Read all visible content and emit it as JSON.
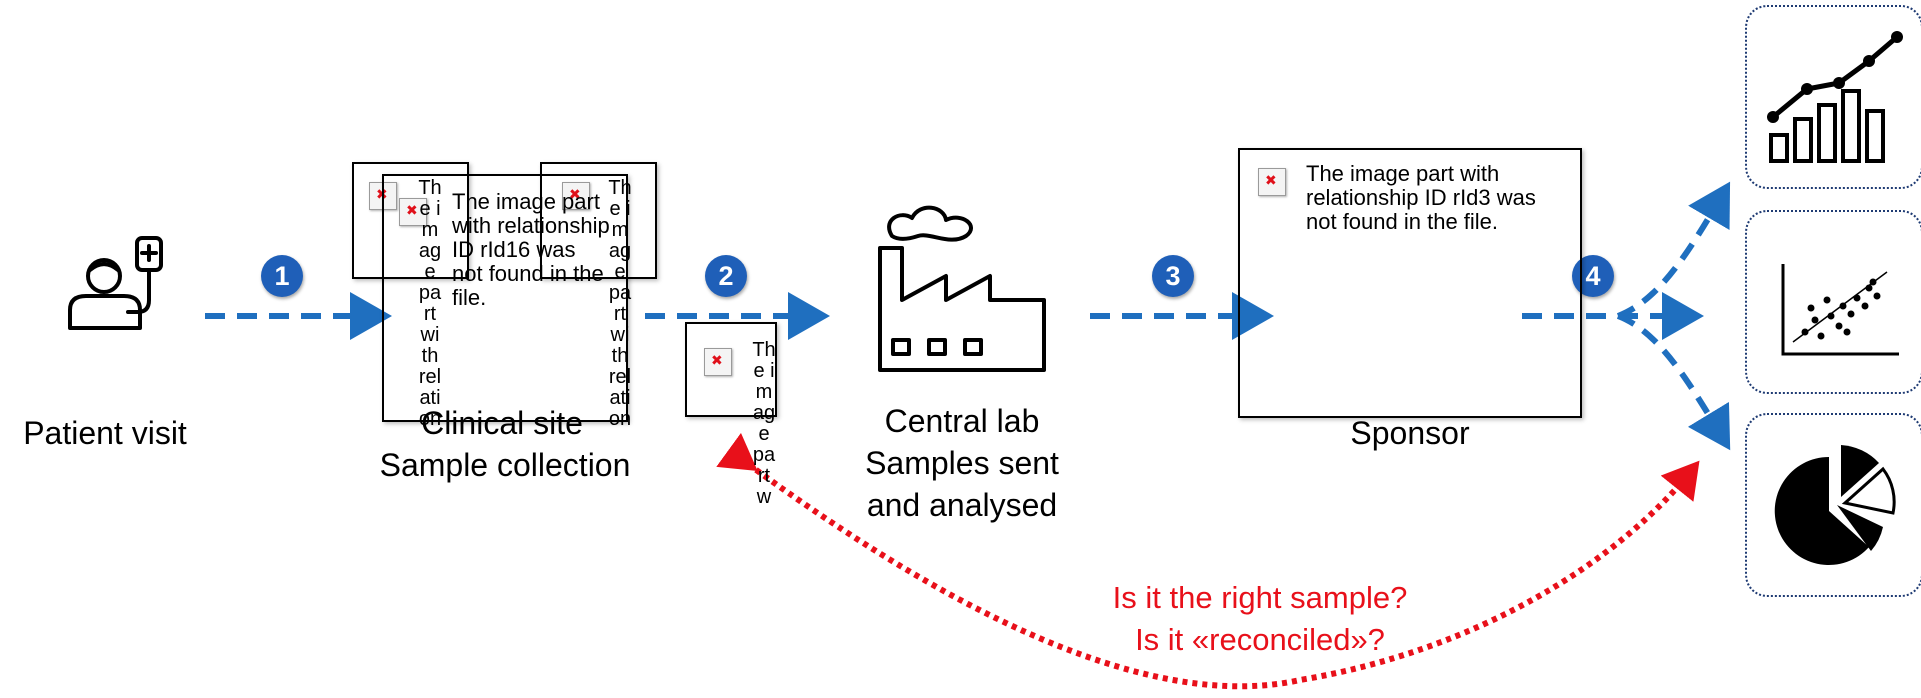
{
  "steps": [
    {
      "number": "1"
    },
    {
      "number": "2"
    },
    {
      "number": "3"
    },
    {
      "number": "4"
    }
  ],
  "stages": {
    "patient": {
      "label": "Patient visit",
      "icon": "patient-iv-icon"
    },
    "clinical_site": {
      "line1": "Clinical site",
      "line2": "Sample collection"
    },
    "central_lab": {
      "line1": "Central lab",
      "line2": "Samples sent",
      "line3": "and analysed",
      "icon": "factory-icon"
    },
    "sponsor": {
      "label": "Sponsor"
    }
  },
  "missing_images": {
    "rld16": "The image part with relationship ID rId16 was not found in the file.",
    "rld3": "The image part with relationship ID rId3 was not found in the file.",
    "vertical_fragment": "The image part with relation",
    "vertical_fragment_short": "The image part w"
  },
  "question": {
    "line1": "Is it the right sample?",
    "line2": "Is it «reconciled»?"
  },
  "outputs": [
    {
      "icon": "line-bar-chart-icon"
    },
    {
      "icon": "scatter-plot-icon"
    },
    {
      "icon": "pie-chart-icon"
    }
  ],
  "colors": {
    "flow_arrow": "#1f6fbf",
    "badge": "#1f5fb8",
    "reconcile_arrow": "#e8101a",
    "question_text": "#e8101a"
  }
}
